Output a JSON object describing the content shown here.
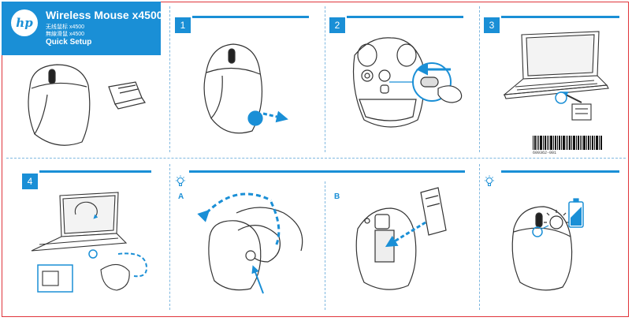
{
  "header": {
    "logo_text": "hp",
    "title": "Wireless Mouse x4500",
    "subtitle_sc": "无线鼠标 x4500",
    "subtitle_tc": "無線滑鼠 x4500",
    "quick_setup": "Quick Setup",
    "brand_color": "#1a8fd6"
  },
  "steps": {
    "s1": "1",
    "s2": "2",
    "s3": "3",
    "s4": "4"
  },
  "tips": {
    "label_a": "A",
    "label_b": "B"
  },
  "barcode": {
    "number": "609362-001"
  },
  "colors": {
    "accent": "#1a8fd6",
    "frame": "#e0353b",
    "line": "#333333"
  }
}
